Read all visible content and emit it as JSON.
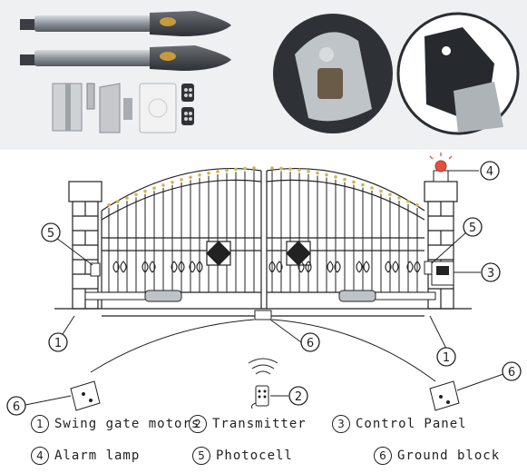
{
  "callouts": {
    "motor_left": "1",
    "motor_right": "1",
    "transmitter": "2",
    "control_panel": "3",
    "alarm_lamp": "4",
    "photocell_left": "5",
    "photocell_right": "5",
    "ground_center": "6",
    "ground_left": "6",
    "ground_right": "6"
  },
  "legend": [
    {
      "num": "1",
      "label": "Swing gate motors"
    },
    {
      "num": "2",
      "label": "Transmitter"
    },
    {
      "num": "3",
      "label": "Control Panel"
    },
    {
      "num": "4",
      "label": "Alarm lamp"
    },
    {
      "num": "5",
      "label": "Photocell"
    },
    {
      "num": "6",
      "label": "Ground block"
    }
  ],
  "colors": {
    "top_band": "#eef0f2",
    "line": "#222222",
    "lamp": "#e0523a",
    "motor_body": "#9aa0a6"
  }
}
